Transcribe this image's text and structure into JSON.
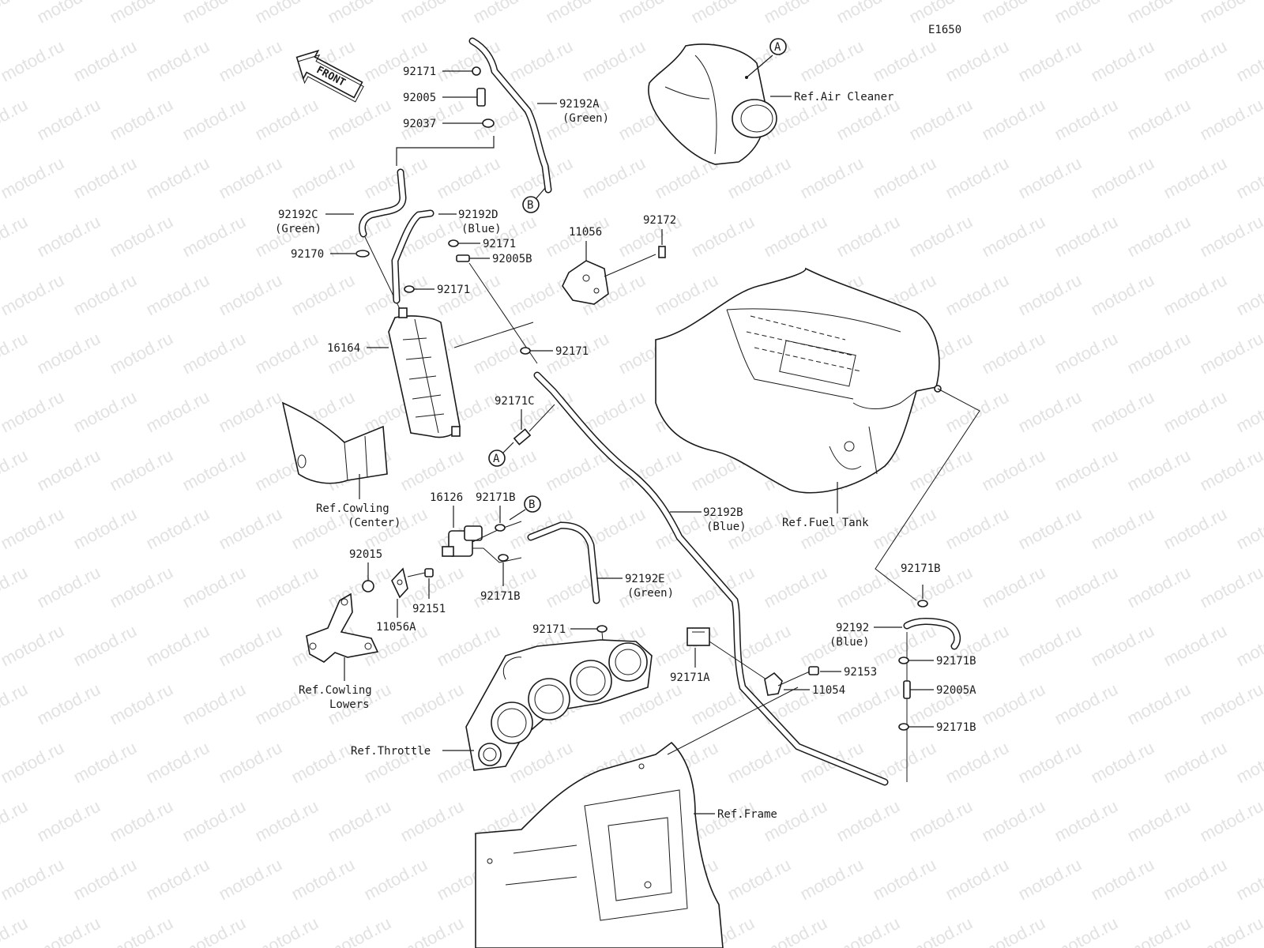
{
  "diagram": {
    "code": "E1650",
    "front_arrow": "FRONT",
    "watermark": "motod.ru",
    "callouts": {
      "p92171_top": "92171",
      "p92005": "92005",
      "p92037": "92037",
      "p92192A": "92192A",
      "p92192A_color": "(Green)",
      "p92192C": "92192C",
      "p92192C_color": "(Green)",
      "p92192D": "92192D",
      "p92192D_color": "(Blue)",
      "p92171_d": "92171",
      "p92005B": "92005B",
      "p92170": "92170",
      "p92171_mid": "92171",
      "p16164": "16164",
      "p92171_low": "92171",
      "p92171C": "92171C",
      "p11056": "11056",
      "p92172": "92172",
      "ref_air_cleaner": "Ref.Air Cleaner",
      "ref_fuel_tank": "Ref.Fuel Tank",
      "ref_cowling_center_1": "Ref.Cowling",
      "ref_cowling_center_2": "(Center)",
      "p16126": "16126",
      "p92171B_top": "92171B",
      "p92015": "92015",
      "p92151": "92151",
      "p11056A": "11056A",
      "p92171B_low": "92171B",
      "p92192E": "92192E",
      "p92192E_color": "(Green)",
      "p92171_thr": "92171",
      "p92192B": "92192B",
      "p92192B_color": "(Blue)",
      "p92171B_r1": "92171B",
      "p92192": "92192",
      "p92192_color": "(Blue)",
      "p92171B_r2": "92171B",
      "p92005A": "92005A",
      "p92171B_r3": "92171B",
      "p92171A": "92171A",
      "p92153": "92153",
      "p11054": "11054",
      "ref_cowling_lowers_1": "Ref.Cowling",
      "ref_cowling_lowers_2": "Lowers",
      "ref_throttle": "Ref.Throttle",
      "ref_frame": "Ref.Frame"
    },
    "markers": {
      "A_top": "A",
      "B_top": "B",
      "A_low": "A",
      "B_mid": "B"
    }
  }
}
